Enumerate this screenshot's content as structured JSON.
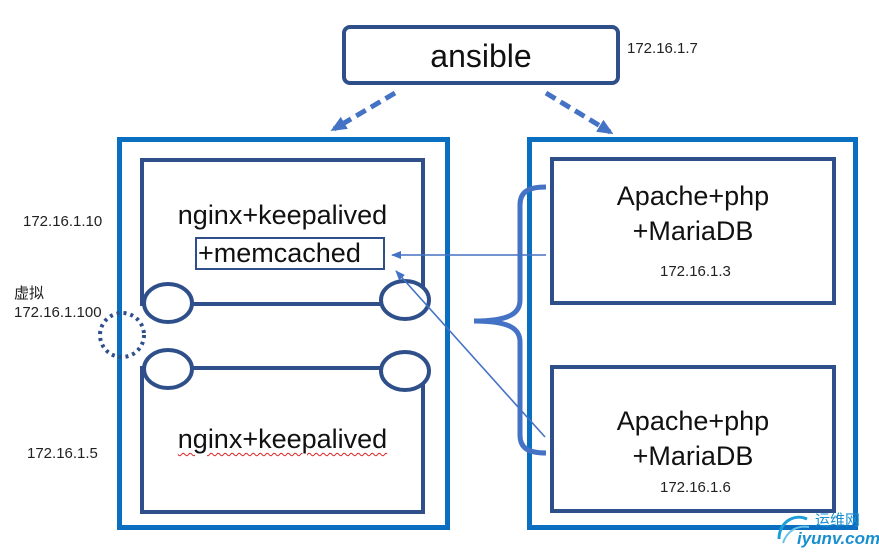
{
  "control": {
    "label": "ansible",
    "ip": "172.16.1.7"
  },
  "lb_group": {
    "nodes": [
      {
        "line1": "nginx+keepalived",
        "line2": "+memcached",
        "ip": "172.16.1.10"
      },
      {
        "line1": "nginx+keepalived",
        "ip": "172.16.1.5"
      }
    ],
    "vip": {
      "label": "虚拟",
      "ip": "172.16.1.100"
    }
  },
  "web_group": {
    "nodes": [
      {
        "line1": "Apache+php",
        "line2": "+MariaDB",
        "ip": "172.16.1.3"
      },
      {
        "line1": "Apache+php",
        "line2": "+MariaDB",
        "ip": "172.16.1.6"
      }
    ]
  },
  "watermark": {
    "cn": "运维网",
    "en": "iyunv.com"
  },
  "colors": {
    "dark_border": "#2f4f8a",
    "group_border": "#0b6fc1",
    "arrow": "#4472c4"
  }
}
